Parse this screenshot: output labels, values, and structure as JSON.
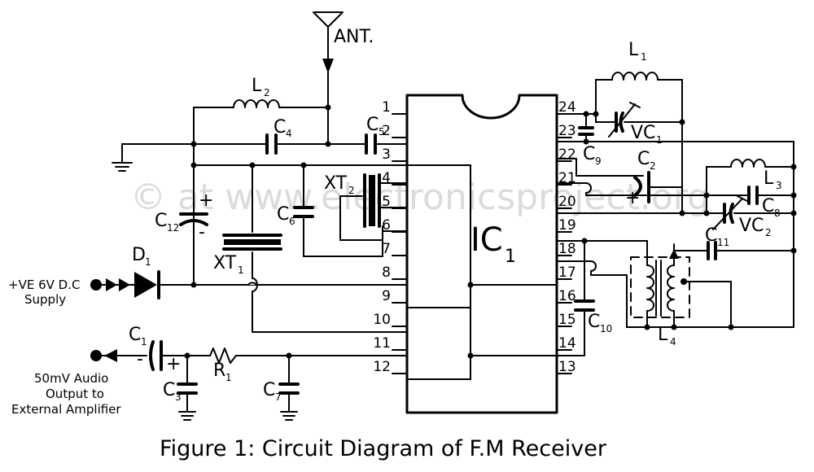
{
  "caption": "Figure 1: Circuit Diagram of F.M Receiver",
  "watermark": "© at www.electronicsproject.org",
  "labels": {
    "antenna": "ANT.",
    "ic": "IC",
    "ic_sub": "1",
    "L1": "L",
    "L1_sub": "1",
    "L2": "L",
    "L2_sub": "2",
    "L3": "L",
    "L3_sub": "3",
    "L4": "L",
    "L4_sub": "4",
    "C1": "C",
    "C1_sub": "1",
    "C2": "C",
    "C2_sub": "2",
    "C3": "C",
    "C3_sub": "3",
    "C4": "C",
    "C4_sub": "4",
    "C5": "C",
    "C5_sub": "5",
    "C6": "C",
    "C6_sub": "6",
    "C7": "C",
    "C7_sub": "7",
    "C8": "C",
    "C8_sub": "8",
    "C9": "C",
    "C9_sub": "9",
    "C10": "C",
    "C10_sub": "10",
    "C11": "C",
    "C11_sub": "11",
    "C12": "C",
    "C12_sub": "12",
    "VC1": "VC",
    "VC1_sub": "1",
    "VC2": "VC",
    "VC2_sub": "2",
    "XT1": "XT",
    "XT1_sub": "1",
    "XT2": "XT",
    "XT2_sub": "2",
    "D1": "D",
    "D1_sub": "1",
    "R1": "R",
    "R1_sub": "1",
    "supply_line1": "+VE 6V D.C",
    "supply_line2": "Supply",
    "output_line1": "50mV Audio",
    "output_line2": "Output to",
    "output_line3": "External Amplifier",
    "plus": "+",
    "minus": "-"
  },
  "pins_left": [
    "1",
    "2",
    "3",
    "4",
    "5",
    "6",
    "7",
    "8",
    "9",
    "10",
    "11",
    "12"
  ],
  "pins_right": [
    "24",
    "23",
    "22",
    "21",
    "20",
    "19",
    "18",
    "17",
    "16",
    "15",
    "14",
    "13"
  ]
}
